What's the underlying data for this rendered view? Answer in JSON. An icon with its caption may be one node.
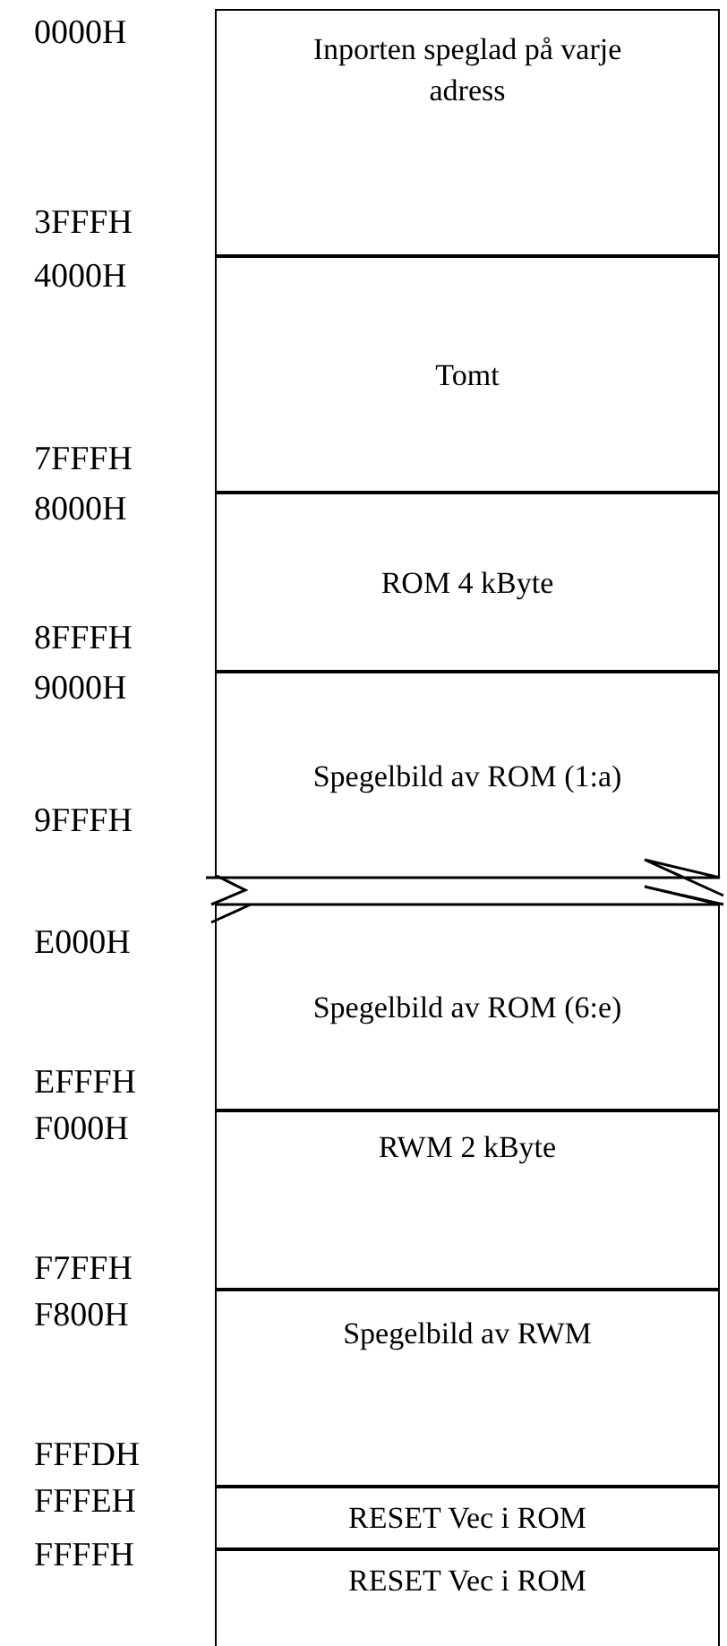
{
  "diagram": {
    "nodes": [
      {
        "text": [
          "Inporten speglad på varje adress"
        ]
      },
      {
        "text": [
          "Tomt"
        ]
      },
      {
        "text": [
          "ROM 4 kByte"
        ]
      },
      {
        "text": [
          "Spegelbild av ROM (1:a)"
        ]
      },
      {
        "text": [
          "Spegelbild av ROM (6:e)"
        ]
      },
      {
        "text": [
          "RWM 2 kByte"
        ]
      },
      {
        "text": [
          "Spegelbild av RWM"
        ]
      },
      {
        "text": [
          "RESET Vec i ROM"
        ]
      },
      {
        "text": [
          "RESET Vec i ROM"
        ]
      }
    ],
    "edges": [],
    "labels": [
      "0000H",
      "3FFFH",
      "4000H",
      "7FFFH",
      "8000H",
      "8FFFH",
      "9000H",
      "9FFFH",
      "E000H",
      "EFFFH",
      "F000H",
      "F7FFH",
      "F800H",
      "FFFDH",
      "FFFEH",
      "FFFFH"
    ]
  }
}
